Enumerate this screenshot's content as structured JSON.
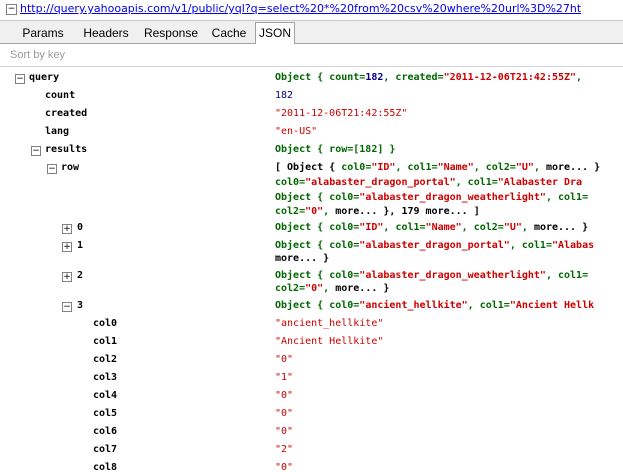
{
  "url": "http://query.yahooapis.com/v1/public/yql?q=select%20*%20from%20csv%20where%20url%3D%27ht",
  "tabs": [
    "Params",
    "Headers",
    "Response",
    "Cache",
    "JSON"
  ],
  "active_tab": "JSON",
  "sort_placeholder": "Sort by key",
  "tree": {
    "query_key": "query",
    "query_summary": {
      "prefix": "Object { ",
      "k1": "count=",
      "v1": "182",
      "sep1": ",  ",
      "k2": "created=",
      "v2": "\"2011-12-06T21:42:55Z\"",
      "tail": ", "
    },
    "count_key": "count",
    "count_val": "182",
    "created_key": "created",
    "created_val": "\"2011-12-06T21:42:55Z\"",
    "lang_key": "lang",
    "lang_val": "\"en-US\"",
    "results_key": "results",
    "results_summary": "Object { row=[182] }",
    "row_key": "row",
    "row_summary": {
      "line1": {
        "p": "[ Object { ",
        "a": "col0=",
        "av": "\"ID\"",
        "s1": ",  ",
        "b": "col1=",
        "bv": "\"Name\"",
        "s2": ",  ",
        "c": "col2=",
        "cv": "\"U\"",
        "s3": ",  ",
        "more": "more... }"
      },
      "line2": {
        "a": "col0=",
        "av": "\"alabaster_dragon_portal\"",
        "s1": ",  ",
        "b": "col1=",
        "bv": "\"Alabaster Dra"
      },
      "line3": {
        "p": "Object { ",
        "a": "col0=",
        "av": "\"alabaster_dragon_weatherlight\"",
        "s1": ",  ",
        "b": "col1="
      },
      "line4": {
        "a": "col2=",
        "av": "\"0\"",
        "s1": ",  ",
        "more": "more... }, 179 more... ]"
      }
    },
    "item0": {
      "key": "0",
      "p": "Object { ",
      "a": "col0=",
      "av": "\"ID\"",
      "s1": ",  ",
      "b": "col1=",
      "bv": "\"Name\"",
      "s2": ",  ",
      "c": "col2=",
      "cv": "\"U\"",
      "s3": ",  ",
      "more": "more... }"
    },
    "item1": {
      "key": "1",
      "p": "Object { ",
      "a": "col0=",
      "av": "\"alabaster_dragon_portal\"",
      "s1": ",  ",
      "b": "col1=",
      "bv": "\"Alabas",
      "line2": "more... }"
    },
    "item2": {
      "key": "2",
      "p": "Object { ",
      "a": "col0=",
      "av": "\"alabaster_dragon_weatherlight\"",
      "s1": ",  ",
      "b": "col1=",
      "l2a": "col2=",
      "l2av": "\"0\"",
      "l2s": ",  ",
      "l2more": "more... }"
    },
    "item3": {
      "key": "3",
      "p": "Object { ",
      "a": "col0=",
      "av": "\"ancient_hellkite\"",
      "s1": ",  ",
      "b": "col1=",
      "bv": "\"Ancient Hellk"
    },
    "cols": [
      {
        "key": "col0",
        "val": "\"ancient_hellkite\""
      },
      {
        "key": "col1",
        "val": "\"Ancient Hellkite\""
      },
      {
        "key": "col2",
        "val": "\"0\""
      },
      {
        "key": "col3",
        "val": "\"1\""
      },
      {
        "key": "col4",
        "val": "\"0\""
      },
      {
        "key": "col5",
        "val": "\"0\""
      },
      {
        "key": "col6",
        "val": "\"0\""
      },
      {
        "key": "col7",
        "val": "\"2\""
      },
      {
        "key": "col8",
        "val": "\"0\""
      }
    ]
  },
  "colors": {
    "string": "#cc0000",
    "number": "#000088",
    "object": "#006600",
    "link": "#0000ee"
  }
}
